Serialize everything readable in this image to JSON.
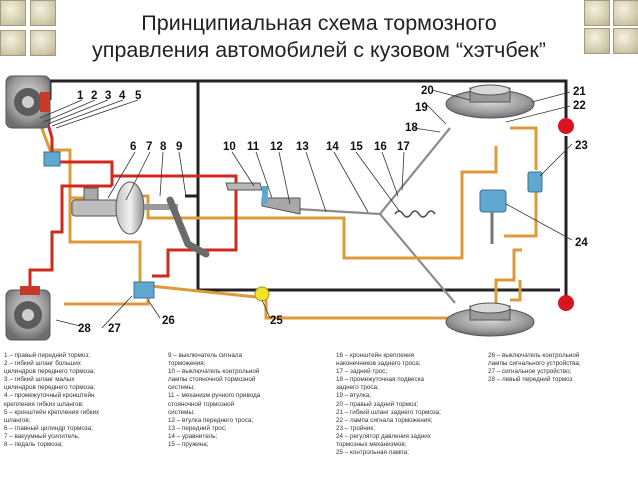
{
  "title_lines": [
    "Принципиальная схема тормозного",
    "управления автомобилей с кузовом “хэтчбек”"
  ],
  "callouts": [
    "1",
    "2",
    "3",
    "4",
    "5",
    "6",
    "7",
    "8",
    "9",
    "10",
    "11",
    "12",
    "13",
    "14",
    "15",
    "16",
    "17",
    "18",
    "19",
    "20",
    "21",
    "22",
    "23",
    "24",
    "25",
    "26",
    "27",
    "28"
  ],
  "legend": {
    "col1": [
      "1 – правый передний тормоз;",
      "2 – гибкий шланг больших",
      "цилиндров переднего тормоза;",
      "3 – гибкий шланг малых",
      "цилиндров переднего тормоза;",
      "4 – промежуточный кронштейн",
      "крепления гибких шлангов;",
      "5 – кронштейн крепления гибких",
      "шлангов;",
      "6 – главный цилиндр тормоза;",
      "7 – вакуумный усилитель;",
      "8 – педаль тормоза;"
    ],
    "col2": [
      "9 – выключатель сигнала",
      "торможения;",
      "10 – выключатель контрольной",
      "лампы стояночной тормозной",
      "системы;",
      "11 – механизм ручного привода",
      "стояночной тормозной",
      "системы;",
      "12 – втулка переднего троса;",
      "13 – передний трос;",
      "14 – уравнитель;",
      "15 – пружина;"
    ],
    "col3": [
      "16 – кронштейн крепления",
      "наконечников заднего троса;",
      "17 – задний трос;",
      "18 – промежуточная подвеска",
      "заднего троса;",
      "19 – втулка;",
      "20 – правый задний тормоз;",
      "21 – гибкий шланг заднего тормоза;",
      "22 – лампа сигнала торможения;",
      "23 – тройник;",
      "24 – регулятор давления задних",
      "тормозных механизмов;",
      "25 – контрольная лампа;"
    ],
    "col4": [
      "26 – выключатель контрольной",
      "лампы сигнального устройства;",
      "27 – сигнальное устройство;",
      "28 – левый передний тормоз"
    ]
  },
  "colors": {
    "brake_line_red": "#cf2a1e",
    "brake_line_orange": "#dd9a3a",
    "wire_black": "#222222",
    "cable_grey": "#8c8c8c",
    "lamp_yellow": "#f2e22a",
    "stop_lamp_red": "#d8141e",
    "unit_blue": "#5fa8d0"
  }
}
